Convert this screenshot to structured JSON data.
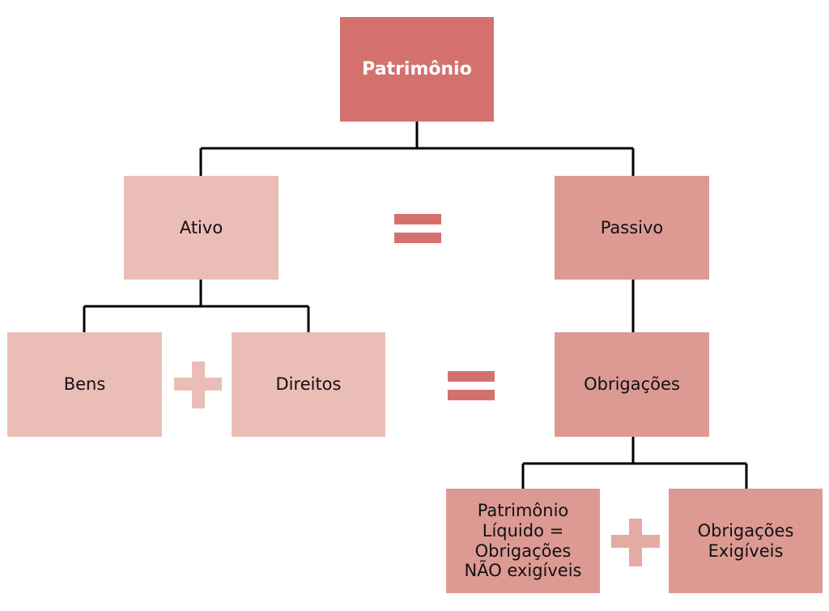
{
  "diagram": {
    "root": {
      "label": "Patrimônio"
    },
    "ativo": {
      "label": "Ativo"
    },
    "passivo": {
      "label": "Passivo"
    },
    "bens": {
      "label": "Bens"
    },
    "direitos": {
      "label": "Direitos"
    },
    "obrigacoes": {
      "label": "Obrigações"
    },
    "patrimonio_liquido": {
      "lines": [
        "Patrimônio",
        "Líquido =",
        "Obrigações",
        "NÃO exigíveis"
      ]
    },
    "obrigacoes_exigiveis": {
      "lines": [
        "Obrigações",
        "Exigíveis"
      ]
    },
    "symbols": {
      "equals": "=",
      "plus": "+"
    },
    "colors": {
      "root": "#d4716e",
      "ativo_side": "#ebbdb7",
      "passivo_side": "#dd9a93",
      "connector": "#000000"
    }
  }
}
